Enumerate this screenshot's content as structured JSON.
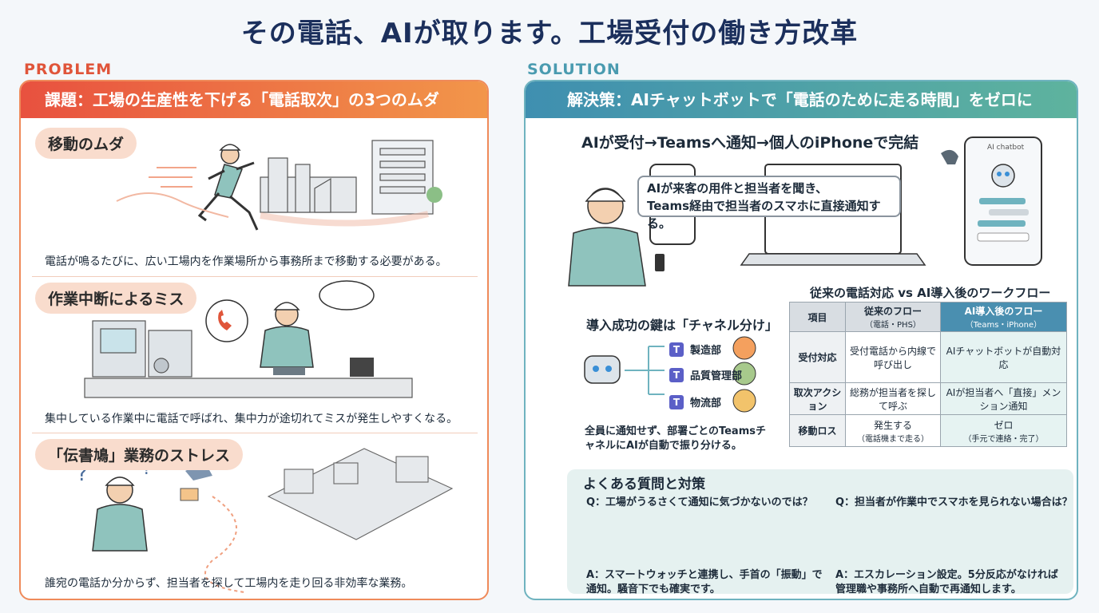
{
  "title": "その電話、AIが取ります。工場受付の働き方改革",
  "problem": {
    "label": "PROBLEM",
    "header": "課題：工場の生産性を下げる「電話取次」の3つのムダ",
    "items": [
      {
        "title": "移動のムダ",
        "desc": "電話が鳴るたびに、広い工場内を作業場所から事務所まで移動する必要がある。"
      },
      {
        "title": "作業中断によるミス",
        "desc": "集中している作業中に電話で呼ばれ、集中力が途切れてミスが発生しやすくなる。"
      },
      {
        "title": "「伝書鳩」業務のストレス",
        "desc": "誰宛の電話か分からず、担当者を探して工場内を走り回る非効率な業務。"
      }
    ]
  },
  "solution": {
    "label": "SOLUTION",
    "header": "解決策：AIチャットボットで「電話のために走る時間」をゼロに",
    "flow_title": "AIが受付→Teamsへ通知→個人のiPhoneで完結",
    "bubble_line1": "AIが来客の用件と担当者を聞き、",
    "bubble_line2": "Teams経由で担当者のスマホに直接通知する。",
    "phone_label": "AI chatbot",
    "key_title": "導入成功の鍵は「チャネル分け」",
    "departments": [
      "製造部",
      "品質管理部",
      "物流部"
    ],
    "key_desc": "全員に通知せず、部署ごとのTeamsチャネルにAIが自動で振り分ける。",
    "workflow": {
      "title": "従来の電話対応 vs AI導入後のワークフロー",
      "col_item": "項目",
      "col_old": "従来のフロー",
      "col_old_sub": "（電話・PHS）",
      "col_new": "AI導入後のフロー",
      "col_new_sub": "（Teams・iPhone）",
      "rows": [
        {
          "item": "受付対応",
          "old": "受付電話から内線で呼び出し",
          "new": "AIチャットボットが自動対応"
        },
        {
          "item": "取次アクション",
          "old": "総務が担当者を探して呼ぶ",
          "new": "AIが担当者へ「直接」メンション通知"
        },
        {
          "item": "移動ロス",
          "old": "発生する",
          "old_sub": "（電話機まで走る）",
          "new": "ゼロ",
          "new_sub": "（手元で連絡・完了）"
        }
      ]
    },
    "faq": {
      "title": "よくある質問と対策",
      "q1": "Q：工場がうるさくて通知に気づかないのでは？",
      "a1_line1": "A：スマートウォッチと連携し、手首の「振動」で",
      "a1_line2": "通知。騒音下でも確実です。",
      "q2": "Q：担当者が作業中でスマホを見られない場合は？",
      "a2_line1": "A：エスカレーション設定。5分反応がなければ",
      "a2_line2": "管理職や事務所へ自動で再通知します。"
    }
  },
  "colors": {
    "problem_accent": "#e8513f",
    "solution_accent": "#3f8fb0",
    "title": "#1b2f5c"
  }
}
